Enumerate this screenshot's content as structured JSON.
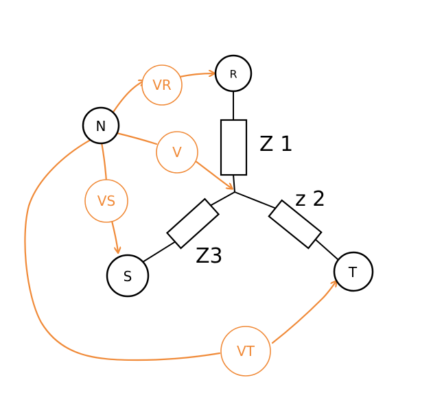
{
  "nodes": {
    "N": "N",
    "R": "R",
    "S": "S",
    "T": "T"
  },
  "impedances": {
    "z1": "Z 1",
    "z2": "z 2",
    "z3": "Z3"
  },
  "voltages": {
    "vr": "VR",
    "v": "V",
    "vs": "VS",
    "vt": "VT"
  },
  "colors": {
    "wire": "#000000",
    "voltage_arrow": "#f08a38"
  }
}
